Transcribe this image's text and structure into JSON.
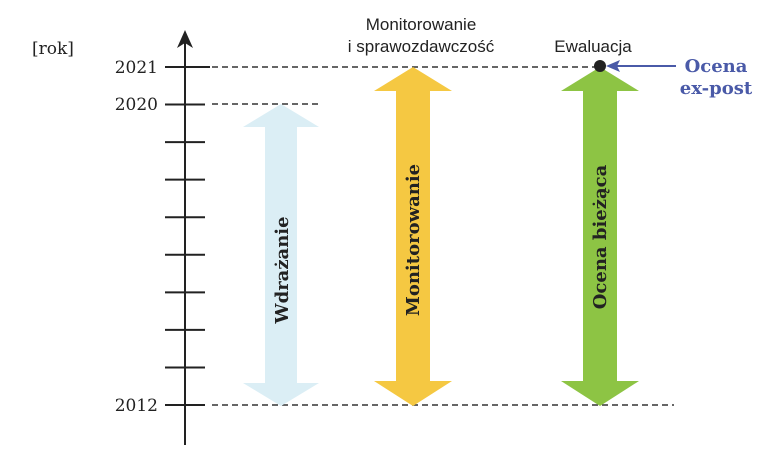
{
  "axis": {
    "unit_label": "[rok]",
    "years": {
      "top": "2021",
      "second": "2020",
      "bottom": "2012"
    }
  },
  "columns": {
    "implementation": {
      "label": "Wdrażanie",
      "color": "#dbeef5",
      "from": 2012,
      "to": 2020
    },
    "monitoring": {
      "header": [
        "Monitorowanie",
        "i sprawozdawczość"
      ],
      "label": "Monitorowanie",
      "color": "#f5c842",
      "from": 2012,
      "to": 2021
    },
    "evaluation": {
      "header": "Ewaluacja",
      "label": "Ocena bieżąca",
      "color": "#8dc444",
      "from": 2012,
      "to": 2021
    }
  },
  "callout": {
    "lines": [
      "Ocena",
      "ex-post"
    ],
    "color": "#4a5aa8"
  }
}
